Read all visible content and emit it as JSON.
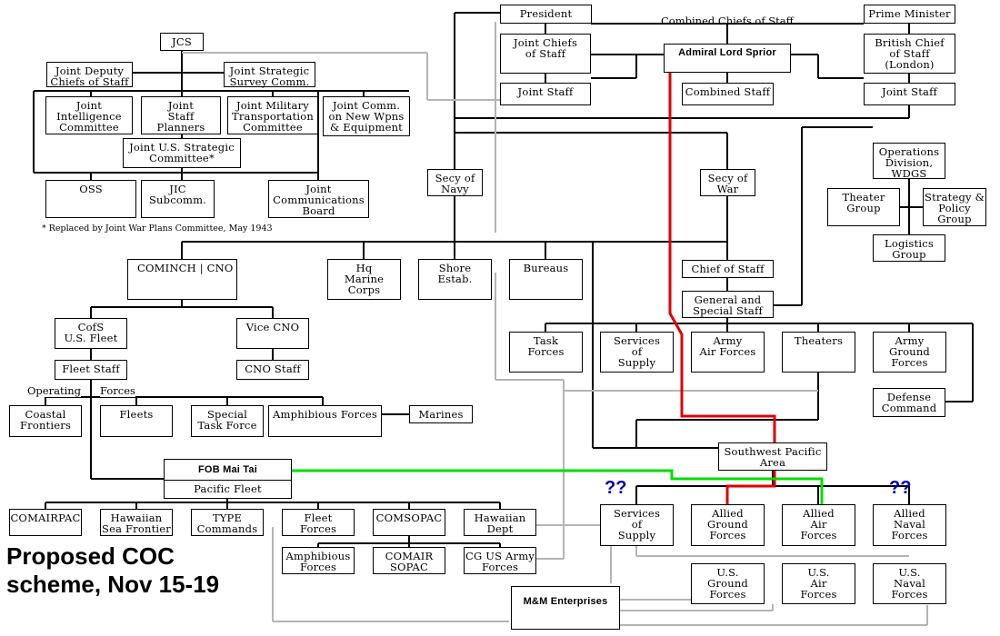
{
  "labels": {
    "president": "President",
    "prime_minister": "Prime Minister",
    "combined_chiefs": "Combined Chiefs of Staff",
    "jcs": "JCS",
    "joint_deputy": "Joint Deputy\nChiefs of Staff",
    "joint_strategic_survey": "Joint Strategic\nSurvey Comm.",
    "joint_intel": "Joint\nIntelligence\nCommittee",
    "joint_staff_planners": "Joint\nStaff\nPlanners",
    "joint_military_transport": "Joint Military\nTransportation\nCommittee",
    "joint_comm_new_wpns": "Joint Comm.\non New Wpns\n& Equipment",
    "joint_us_strategic": "Joint U.S. Strategic\nCommittee*",
    "oss": "OSS",
    "jic_subcomm": "JIC\nSubcomm.",
    "joint_comm_board": "Joint\nCommunications\nBoard",
    "footnote": "* Replaced by Joint War Plans Committee, May 1943",
    "joint_chiefs_of_staff": "Joint Chiefs\nof Staff",
    "admiral": "Admiral Lord Sprior",
    "british_chief": "British Chief\nof Staff\n(London)",
    "joint_staff_us": "Joint Staff",
    "combined_staff": "Combined Staff",
    "joint_staff_uk": "Joint Staff",
    "operations_division": "Operations\nDivision,\nWDGS",
    "theater_group": "Theater\nGroup",
    "strategy_policy": "Strategy &\nPolicy\nGroup",
    "logistics_group": "Logistics\nGroup",
    "secy_navy": "Secy of\nNavy",
    "secy_war": "Secy of\nWar",
    "cominch": "COMINCH | CNO",
    "hq_marine": "Hq\nMarine\nCorps",
    "shore_estab": "Shore\nEstab.",
    "bureaus": "Bureaus",
    "chief_of_staff": "Chief of Staff",
    "general_special_staff": "General and\nSpecial Staff",
    "task_forces": "Task\nForces",
    "services_supply_top": "Services\nof\nSupply",
    "army_air_forces": "Army\nAir Forces",
    "theaters": "Theaters",
    "army_ground_forces": "Army\nGround\nForces",
    "defense_command": "Defense\nCommand",
    "cofs_fleet": "CofS\nU.S. Fleet",
    "vice_cno": "Vice CNO",
    "fleet_staff": "Fleet Staff",
    "cno_staff": "CNO Staff",
    "operating": "Operating",
    "forces": "Forces",
    "coastal_frontiers": "Coastal\nFrontiers",
    "fleets": "Fleets",
    "special_task_force": "Special\nTask Force",
    "amphibious_forces_top": "Amphibious Forces",
    "marines": "Marines",
    "southwest_pacific": "Southwest Pacific\nArea",
    "fob_mai_tai": "FOB Mai Tai",
    "pacific_fleet": "Pacific Fleet",
    "comairpac": "COMAIRPAC",
    "hawaiian_sea_frontier": "Hawaiian\nSea Frontier",
    "type_commands": "TYPE\nCommands",
    "fleet_forces": "Fleet\nForces",
    "comsopac": "COMSOPAC",
    "hawaiian_dept": "Hawaiian\nDept",
    "amphibious_forces_bottom": "Amphibious\nForces",
    "comair_sopac": "COMAIR\nSOPAC",
    "cg_us_army": "CG US Army\nForces",
    "services_supply_bottom": "Services\nof\nSupply",
    "allied_ground": "Allied\nGround\nForces",
    "allied_air": "Allied\nAir\nForces",
    "allied_naval": "Allied\nNaval\nForces",
    "us_ground": "U.S.\nGround\nForces",
    "us_air": "U.S.\nAir\nForces",
    "us_naval": "U.S.\nNaval\nForces",
    "mm_enterprises": "M&M Enterprises",
    "qq_left": "??",
    "qq_right": "??",
    "scheme": "Proposed COC\nscheme, Nov 15-19"
  },
  "colors": {
    "command_line": "#000000",
    "coordination_line": "#b4b4b4",
    "red_line": "#dd0000",
    "green_line": "#00dd00",
    "question_marks": "#0000b8"
  }
}
